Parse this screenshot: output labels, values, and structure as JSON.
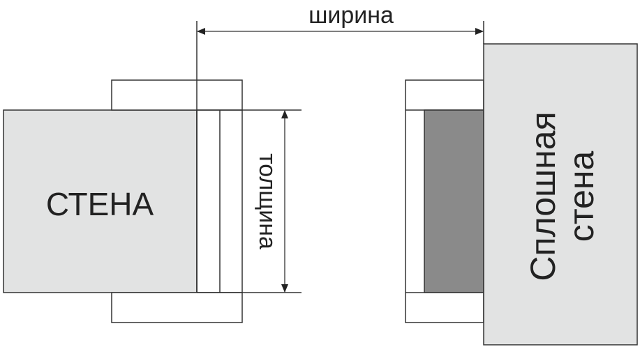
{
  "labels": {
    "width": "ширина",
    "thickness": "толщина",
    "wall": "СТЕНА",
    "solid_wall_line1": "Сплошная",
    "solid_wall_line2": "стена"
  },
  "colors": {
    "wall_fill": "#e2e3e3",
    "insert_fill": "#8a8a8a",
    "line": "#333333"
  }
}
